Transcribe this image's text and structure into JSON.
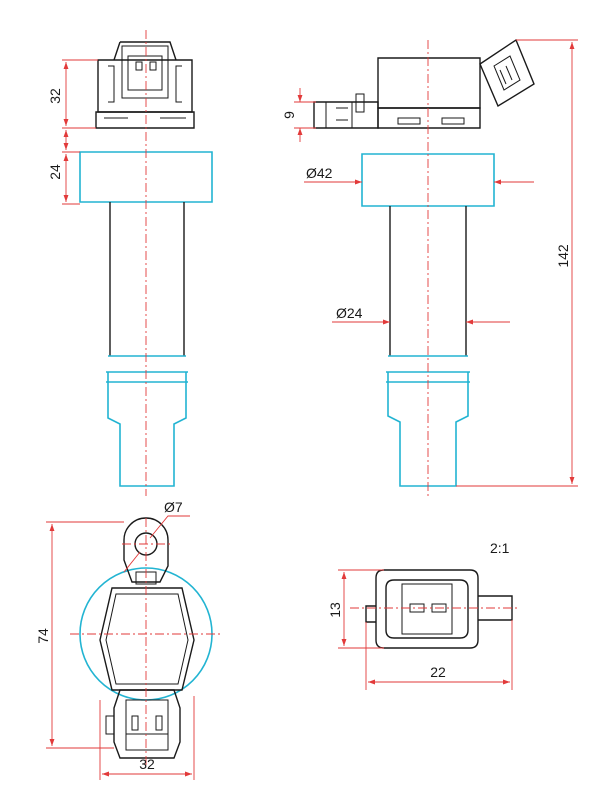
{
  "dimensions": {
    "side_view": {
      "connector_height": "32",
      "seal_height": "24"
    },
    "front_view": {
      "terminal_offset": "9",
      "seal_diameter": "Ø42",
      "body_diameter": "Ø24",
      "overall_length": "142"
    },
    "top_view": {
      "hole_diameter": "Ø7",
      "overall_length": "74",
      "overall_width": "32"
    },
    "connector_detail": {
      "scale": "2:1",
      "height": "13",
      "width": "22"
    }
  },
  "colors": {
    "outline": "#1a1a1a",
    "rubber_boot": "#22b4d2",
    "dimension": "#e23a3a"
  }
}
